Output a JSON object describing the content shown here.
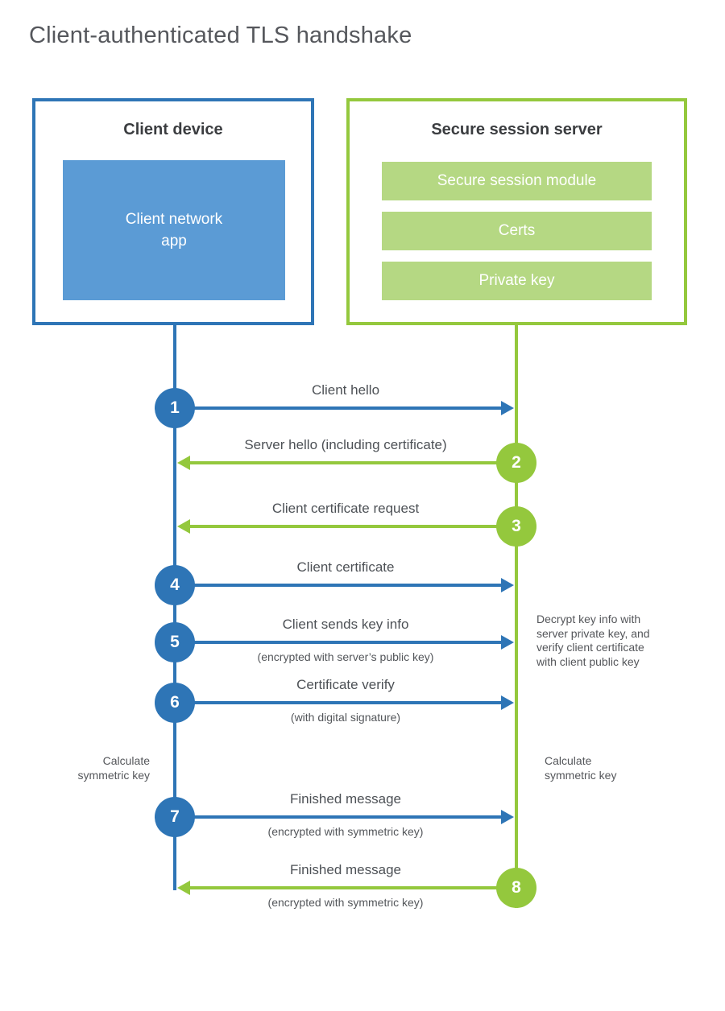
{
  "title": "Client-authenticated TLS handshake",
  "client": {
    "title": "Client device",
    "app_lines": [
      "Client network",
      "app"
    ]
  },
  "server": {
    "title": "Secure session server",
    "modules": [
      "Secure session module",
      "Certs",
      "Private key"
    ]
  },
  "steps": [
    {
      "number": "1",
      "label": "Client hello",
      "from": "client",
      "to": "server"
    },
    {
      "number": "2",
      "label": "Server hello (including certificate)",
      "from": "server",
      "to": "client"
    },
    {
      "number": "3",
      "label": "Client certificate request",
      "from": "server",
      "to": "client"
    },
    {
      "number": "4",
      "label": "Client certificate",
      "from": "client",
      "to": "server"
    },
    {
      "number": "5",
      "label": "Client sends key info",
      "sub": "(encrypted with server’s public key)",
      "from": "client",
      "to": "server"
    },
    {
      "number": "6",
      "label": "Certificate verify",
      "sub": "(with digital signature)",
      "from": "client",
      "to": "server"
    },
    {
      "number": "7",
      "label": "Finished message",
      "sub": "(encrypted with symmetric key)",
      "from": "client",
      "to": "server"
    },
    {
      "number": "8",
      "label": "Finished message",
      "sub": "(encrypted with symmetric key)",
      "from": "server",
      "to": "client"
    }
  ],
  "annotations": {
    "decrypt_note_lines": [
      "Decrypt key info with",
      "server private key, and",
      "verify client certificate",
      "with client public key"
    ],
    "calc_left_lines": [
      "Calculate",
      "symmetric key"
    ],
    "calc_right_lines": [
      "Calculate",
      "symmetric key"
    ]
  },
  "colors": {
    "blue_accent": "#2e75b6",
    "blue_fill": "#5b9bd5",
    "green_accent": "#94c83d",
    "green_fill": "#b5d883",
    "title_text": "#55575c",
    "heading_text": "#3b3d40",
    "label_text": "#4d5156"
  }
}
